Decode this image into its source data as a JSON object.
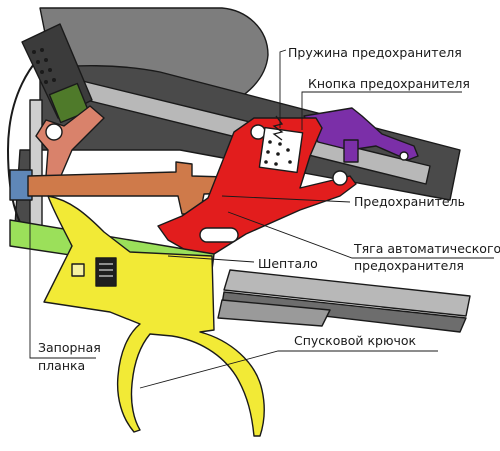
{
  "labels": {
    "safety_spring": "Пружина предохранителя",
    "safety_button": "Кнопка предохранителя",
    "safety": "Предохранитель",
    "auto_safety_rod_line1": "Тяга автоматического",
    "auto_safety_rod_line2": "предохранителя",
    "sear": "Шептало",
    "trigger": "Спусковой крючок",
    "locking_plate_line1": "Запорная",
    "locking_plate_line2": "планка"
  },
  "colors": {
    "safety": "#e21d1d",
    "safety_button": "#7b2fa8",
    "rod": "#cf7a4a",
    "trigger": "#f2ea36",
    "sear": "#9be05a",
    "hammer_block": "#4f7a2a",
    "body": "#7d7d7d",
    "body_light": "#b8b8b8",
    "blue_part": "#5f87b8",
    "lever": "#d9826b"
  }
}
